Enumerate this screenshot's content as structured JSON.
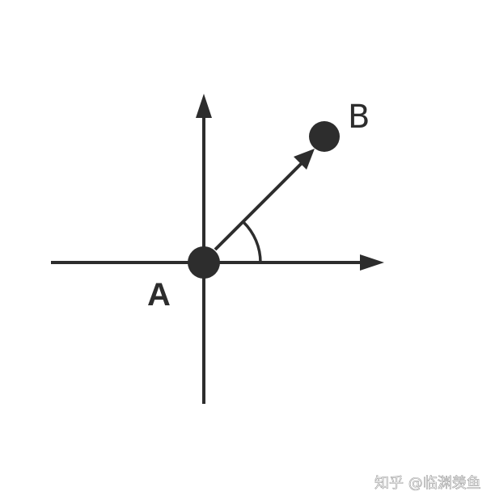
{
  "diagram": {
    "point_a_label": "A",
    "point_b_label": "B",
    "stroke_color": "#2d2d2d",
    "elements": [
      "horizontal-axis",
      "vertical-axis",
      "vector-a-to-b",
      "angle-arc",
      "point-a",
      "point-b"
    ]
  },
  "watermark": {
    "text": "知乎 @临渊羡鱼"
  }
}
